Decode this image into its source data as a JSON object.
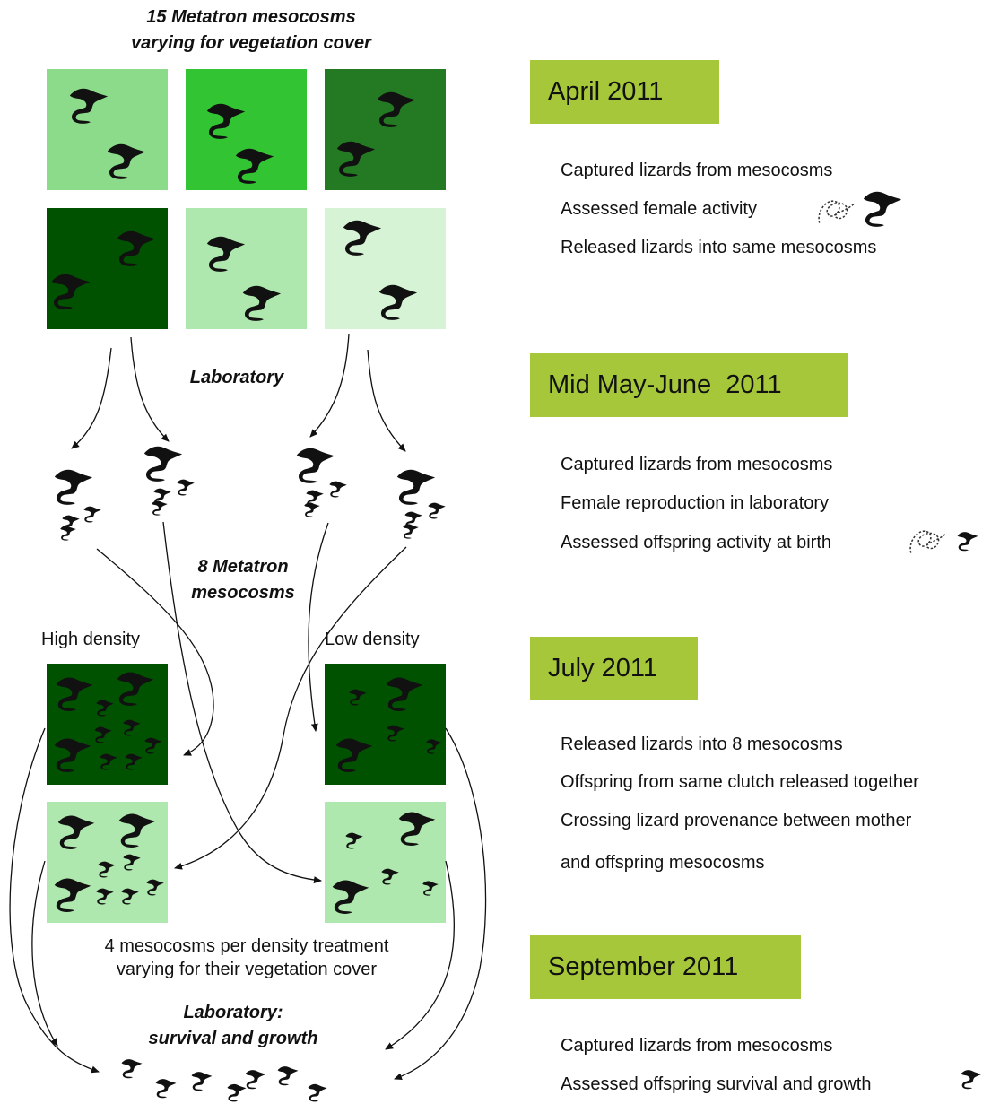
{
  "left_panel": {
    "top_title_line1": "15 Metatron mesocosms",
    "top_title_line2": "varying for vegetation cover",
    "lab_label": "Laboratory",
    "mid_title_line1": "8 Metatron",
    "mid_title_line2": "mesocosms",
    "high_density_label": "High density",
    "low_density_label": "Low density",
    "treatment_note_line1": "4 mesocosms per density treatment",
    "treatment_note_line2": "varying for their vegetation cover",
    "bottom_title_line1": "Laboratory:",
    "bottom_title_line2": "survival and growth"
  },
  "timeline": [
    {
      "date": "April 2011",
      "steps": [
        "Captured lizards from mesocosms",
        "Assessed female activity",
        "Released lizards into same mesocosms"
      ]
    },
    {
      "date": "Mid May-June  2011",
      "steps": [
        "Captured lizards from mesocosms",
        "Female reproduction in laboratory",
        "Assessed offspring activity at birth"
      ]
    },
    {
      "date": "July 2011",
      "steps": [
        "Released lizards into 8 mesocosms",
        "Offspring from same clutch released together",
        "Crossing lizard provenance between mother",
        "and offspring mesocosms"
      ]
    },
    {
      "date": "September 2011",
      "steps": [
        "Captured lizards from mesocosms",
        "Assessed offspring survival and growth"
      ]
    }
  ],
  "colors": {
    "date_box": "#a6c73a",
    "veg_light": "#8bdb8b",
    "veg_bright": "#33c433",
    "veg_mid": "#237a23",
    "veg_dark": "#005200",
    "veg_pale": "#aee8ae",
    "veg_palest": "#d6f3d6"
  },
  "icons": [
    "lizard-icon",
    "juvenile-lizard-icon",
    "activity-trail-icon",
    "arrow-icon"
  ]
}
